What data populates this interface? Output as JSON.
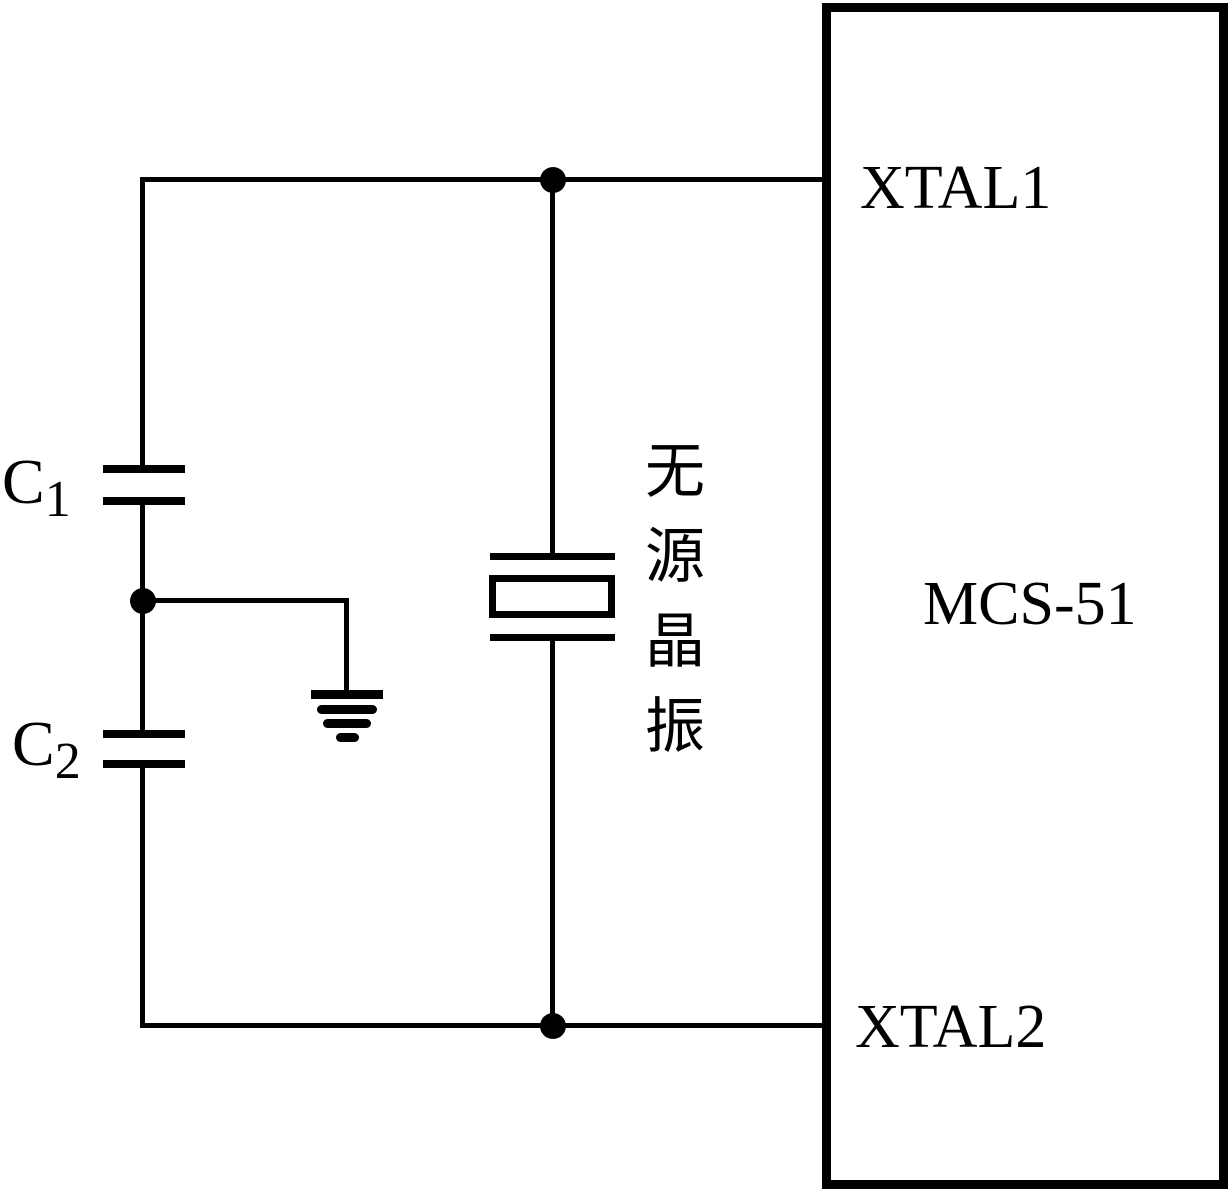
{
  "colors": {
    "background": "#ffffff",
    "line": "#000000"
  },
  "mcu": {
    "name": "MCS-51",
    "pins": [
      {
        "name": "XTAL1"
      },
      {
        "name": "XTAL2"
      }
    ]
  },
  "capacitors": [
    {
      "letter": "C",
      "subscript": "1"
    },
    {
      "letter": "C",
      "subscript": "2"
    }
  ],
  "crystal_label": {
    "text": "无源晶振",
    "chars": [
      "无",
      "源",
      "晶",
      "振"
    ]
  }
}
